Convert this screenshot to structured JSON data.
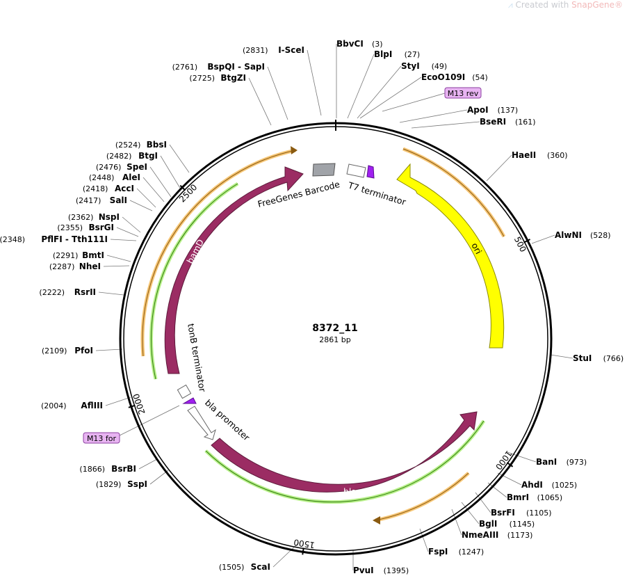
{
  "watermark": {
    "prefix": "Created with",
    "brand": "SnapGene®"
  },
  "plasmid": {
    "name": "8372_11",
    "length_label": "2861 bp",
    "length": 2861
  },
  "colors": {
    "backbone": "#000000",
    "bamD": "#9b2c63",
    "bla": "#9b2c63",
    "ori": "#ffff00",
    "primer": "#a020f0",
    "barcode": "#a0a3a8",
    "orf_orange": "#f6b24a",
    "orf_green": "#7fdc3c",
    "primer_box": "#e8b4f2"
  },
  "ticks": [
    {
      "label": "500",
      "pos": 500
    },
    {
      "label": "1000",
      "pos": 1000
    },
    {
      "label": "1500",
      "pos": 1500
    },
    {
      "label": "2000",
      "pos": 2000
    },
    {
      "label": "2500",
      "pos": 2500
    }
  ],
  "sites": [
    {
      "name": "BbvCI",
      "pos": "(3)"
    },
    {
      "name": "BlpI",
      "pos": "(27)"
    },
    {
      "name": "StyI",
      "pos": "(49)"
    },
    {
      "name": "EcoO109I",
      "pos": "(54)"
    },
    {
      "name": "M13 rev",
      "pos": "",
      "primer": true
    },
    {
      "name": "ApoI",
      "pos": "(137)"
    },
    {
      "name": "BseRI",
      "pos": "(161)"
    },
    {
      "name": "HaeII",
      "pos": "(360)"
    },
    {
      "name": "AlwNI",
      "pos": "(528)"
    },
    {
      "name": "StuI",
      "pos": "(766)"
    },
    {
      "name": "BanI",
      "pos": "(973)"
    },
    {
      "name": "AhdI",
      "pos": "(1025)"
    },
    {
      "name": "BmrI",
      "pos": "(1065)"
    },
    {
      "name": "BsrFI",
      "pos": "(1105)"
    },
    {
      "name": "BglI",
      "pos": "(1145)"
    },
    {
      "name": "NmeAIII",
      "pos": "(1173)"
    },
    {
      "name": "FspI",
      "pos": "(1247)"
    },
    {
      "name": "PvuI",
      "pos": "(1395)"
    },
    {
      "name": "ScaI",
      "pos": "(1505)"
    },
    {
      "name": "SspI",
      "pos": "(1829)"
    },
    {
      "name": "BsrBI",
      "pos": "(1866)"
    },
    {
      "name": "M13 for",
      "pos": "",
      "primer": true
    },
    {
      "name": "AflIII",
      "pos": "(2004)"
    },
    {
      "name": "PfoI",
      "pos": "(2109)"
    },
    {
      "name": "RsrII",
      "pos": "(2222)"
    },
    {
      "name": "NheI",
      "pos": "(2287)"
    },
    {
      "name": "BmtI",
      "pos": "(2291)"
    },
    {
      "name": "PflFI - Tth111I",
      "pos": "(2348)"
    },
    {
      "name": "BsrGI",
      "pos": "(2355)"
    },
    {
      "name": "NspI",
      "pos": "(2362)"
    },
    {
      "name": "SalI",
      "pos": "(2417)"
    },
    {
      "name": "AccI",
      "pos": "(2418)"
    },
    {
      "name": "AleI",
      "pos": "(2448)"
    },
    {
      "name": "SpeI",
      "pos": "(2476)"
    },
    {
      "name": "BtgI",
      "pos": "(2482)"
    },
    {
      "name": "BbsI",
      "pos": "(2524)"
    },
    {
      "name": "BtgZI",
      "pos": "(2725)"
    },
    {
      "name": "BspQI - SapI",
      "pos": "(2761)"
    },
    {
      "name": "I-SceI",
      "pos": "(2831)"
    }
  ],
  "features": [
    {
      "name": "ori",
      "color": "#ffff00"
    },
    {
      "name": "bla",
      "color": "#9b2c63"
    },
    {
      "name": "bamD",
      "color": "#9b2c63"
    },
    {
      "name": "bla promoter",
      "color": "#ffffff"
    },
    {
      "name": "tonB terminator",
      "color": "#ffffff"
    },
    {
      "name": "T7 terminator",
      "color": "#ffffff"
    },
    {
      "name": "FreeGenes Barcode",
      "color": "#a0a3a8"
    }
  ]
}
